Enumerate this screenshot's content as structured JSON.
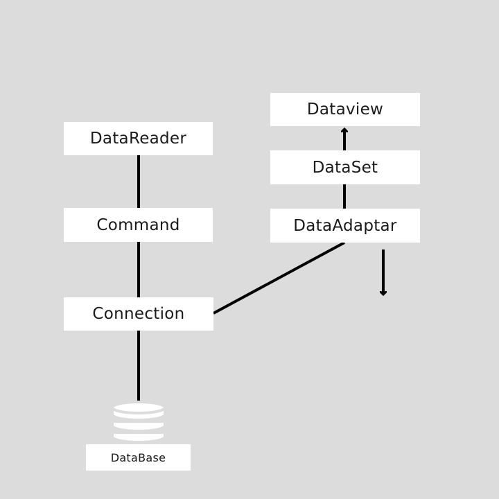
{
  "nodes": {
    "datareader": "DataReader",
    "command": "Command",
    "connection": "Connection",
    "database": "DataBase",
    "dataview": "Dataview",
    "dataset": "DataSet",
    "dataadapter": "DataAdaptar"
  },
  "icons": {
    "database": "database-cylinder-icon"
  },
  "colors": {
    "background": "#dcdcdc",
    "box": "#ffffff",
    "line": "#000000"
  }
}
